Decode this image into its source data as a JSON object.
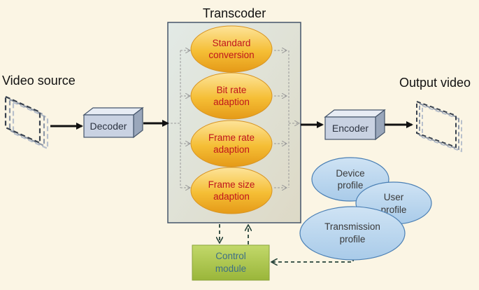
{
  "labels": {
    "transcoder": "Transcoder",
    "video_source": "Video source",
    "output_video": "Output video",
    "decoder": "Decoder",
    "encoder": "Encoder",
    "control_module": [
      "Control",
      "module"
    ]
  },
  "modules": [
    [
      "Standard",
      "conversion"
    ],
    [
      "Bit rate",
      "adaption"
    ],
    [
      "Frame rate",
      "adaption"
    ],
    [
      "Frame size",
      "adaption"
    ]
  ],
  "profiles": {
    "device": [
      "Device",
      "profile"
    ],
    "user": [
      "User",
      "profile"
    ],
    "transmission": [
      "Transmission",
      "profile"
    ]
  },
  "colors": {
    "background": "#fbf5e4",
    "module_text": "#c0141c",
    "module_fill": "#f3b92e",
    "profile_fill": "#b9d6ee",
    "control_fill": "#a8c24a",
    "box_fill": "#c9d2e2"
  }
}
